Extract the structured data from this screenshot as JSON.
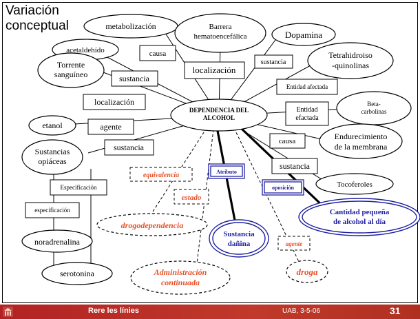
{
  "slide": {
    "title": "Variación\nconceptual"
  },
  "nodes": {
    "metabolizacion": "metabolización",
    "barrera": "Barrera\nhematoencefálica",
    "dopamina": "Dopamina",
    "acetaldehido": "acetaldehído",
    "causa_top": "causa",
    "tetrahidro": "Tetrahidroiso\n-quinolinas",
    "torrente": "Torrente\nsanguíneo",
    "sustancia_left": "sustancia",
    "localizacion_top": "localización",
    "sustancia_top": "sustancia",
    "entidad_afectada": "Entidad afectada",
    "beta": "Beta-\ncarbolinas",
    "localizacion_left": "localización",
    "central": "DEPENDENCIA DEL\nALCOHOL",
    "entidad_efactada": "Entidad\nefactada",
    "etanol": "etanol",
    "agente_box": "agente",
    "endurecimiento": "Endurecimiento\nde la membrana",
    "causa_right": "causa",
    "sustancias_opiaceas": "Sustancias\nopiáceas",
    "sustancia_mid": "sustancia",
    "sustancia_right": "sustancia",
    "equivalencia": "equivalencia",
    "atributo": "Atributo",
    "especificacion_1": "Especificación",
    "estado": "estado",
    "tocoferoles": "Tocoferoles",
    "oposicion": "oposición",
    "especificacion_2": "especificación",
    "cantidad": "Cantidad pequeña\nde alcohol al día",
    "drogodependencia": "drogodependencia",
    "noradrenalina": "noradrenalina",
    "sustancia_danina": "Sustancia\ndañina",
    "agente_label": "agente",
    "administracion": "Administración\ncontinuada",
    "serotonina": "serotonina",
    "droga": "droga"
  },
  "footer": {
    "title": "Rere les línies",
    "date": "UAB, 3-5-06",
    "page": "31"
  },
  "colors": {
    "accent": "#e8512a",
    "link_box": "#1f1fa0",
    "footer": "#b22222"
  }
}
